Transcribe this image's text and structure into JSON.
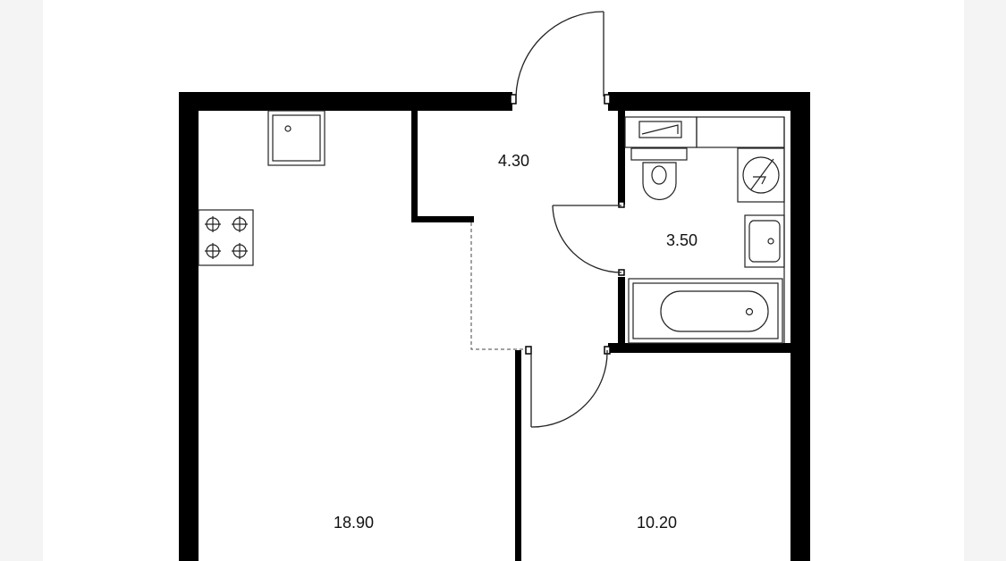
{
  "plan": {
    "rooms": {
      "hall_area": "4.30",
      "bathroom_area": "3.50",
      "living_kitchen_area": "18.90",
      "bedroom_area": "10.20"
    },
    "colors": {
      "wall": "#000000",
      "background": "#ffffff",
      "page_margin": "#f4f4f4",
      "fixture_stroke": "#222222",
      "label": "#111111"
    },
    "fixtures": [
      "kitchen-sink",
      "cooktop",
      "toilet",
      "cistern",
      "washing-machine",
      "washbasin",
      "bathtub",
      "towel-rail"
    ]
  }
}
